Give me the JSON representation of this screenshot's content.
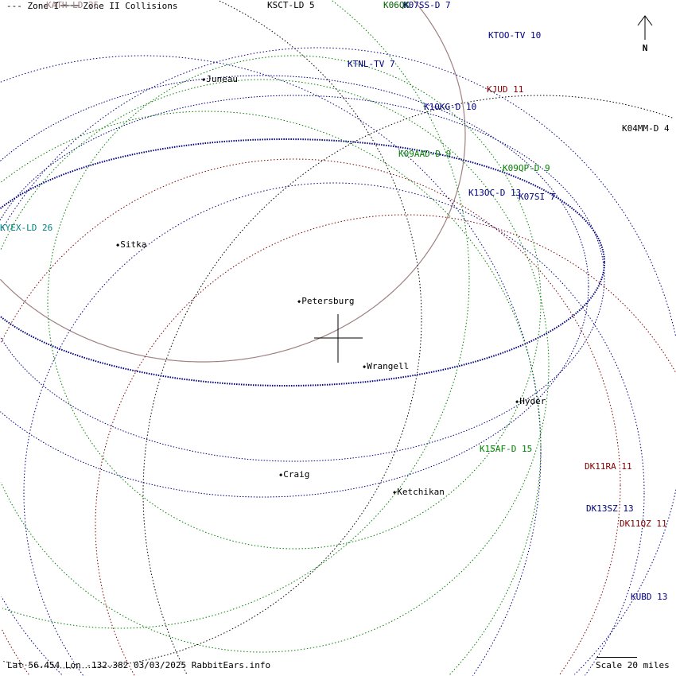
{
  "legend": {
    "zone1": "--- Zone I",
    "zone2": "Zone II Collisions"
  },
  "north_label": "N",
  "footer": "Lat 56.454 Lon -132.382 03/03/2025 RabbitEars.info",
  "scale": "Scale 20 miles",
  "colors": {
    "navy": "#000080",
    "green": "#008000",
    "red": "#800000",
    "black": "#000000",
    "brown": "#a08080",
    "teal": "#008080"
  },
  "stations": [
    {
      "label": "KATH-LD 25",
      "color": "#a08080"
    },
    {
      "label": "KSCT-LD 5",
      "color": "#000000"
    },
    {
      "label": "K06QK",
      "color": "#006000"
    },
    {
      "label": "K07SS-D 7",
      "color": "#000080"
    },
    {
      "label": "KTOO-TV 10",
      "color": "#000080"
    },
    {
      "label": "KTNL-TV 7",
      "color": "#000080"
    },
    {
      "label": "KJUD 11",
      "color": "#800000"
    },
    {
      "label": "K10KG-D 10",
      "color": "#000080"
    },
    {
      "label": "K04MM-D 4",
      "color": "#000000"
    },
    {
      "label": "K09AAD-D 9",
      "color": "#008000"
    },
    {
      "label": "K09QP-D 9",
      "color": "#008000"
    },
    {
      "label": "K13OC-D 13",
      "color": "#000080"
    },
    {
      "label": "K07SI 7",
      "color": "#000080"
    },
    {
      "label": "KYEX-LD 26",
      "color": "#008080"
    },
    {
      "label": "K15AF-D 15",
      "color": "#008000"
    },
    {
      "label": "DK11RA 11",
      "color": "#800000"
    },
    {
      "label": "DK13SZ 13",
      "color": "#000080"
    },
    {
      "label": "DK11QZ 11",
      "color": "#800000"
    },
    {
      "label": "KUBD 13",
      "color": "#000080"
    }
  ],
  "cities": [
    "Juneau",
    "Sitka",
    "Petersburg",
    "Wrangell",
    "Hyder",
    "Craig",
    "Ketchikan"
  ]
}
